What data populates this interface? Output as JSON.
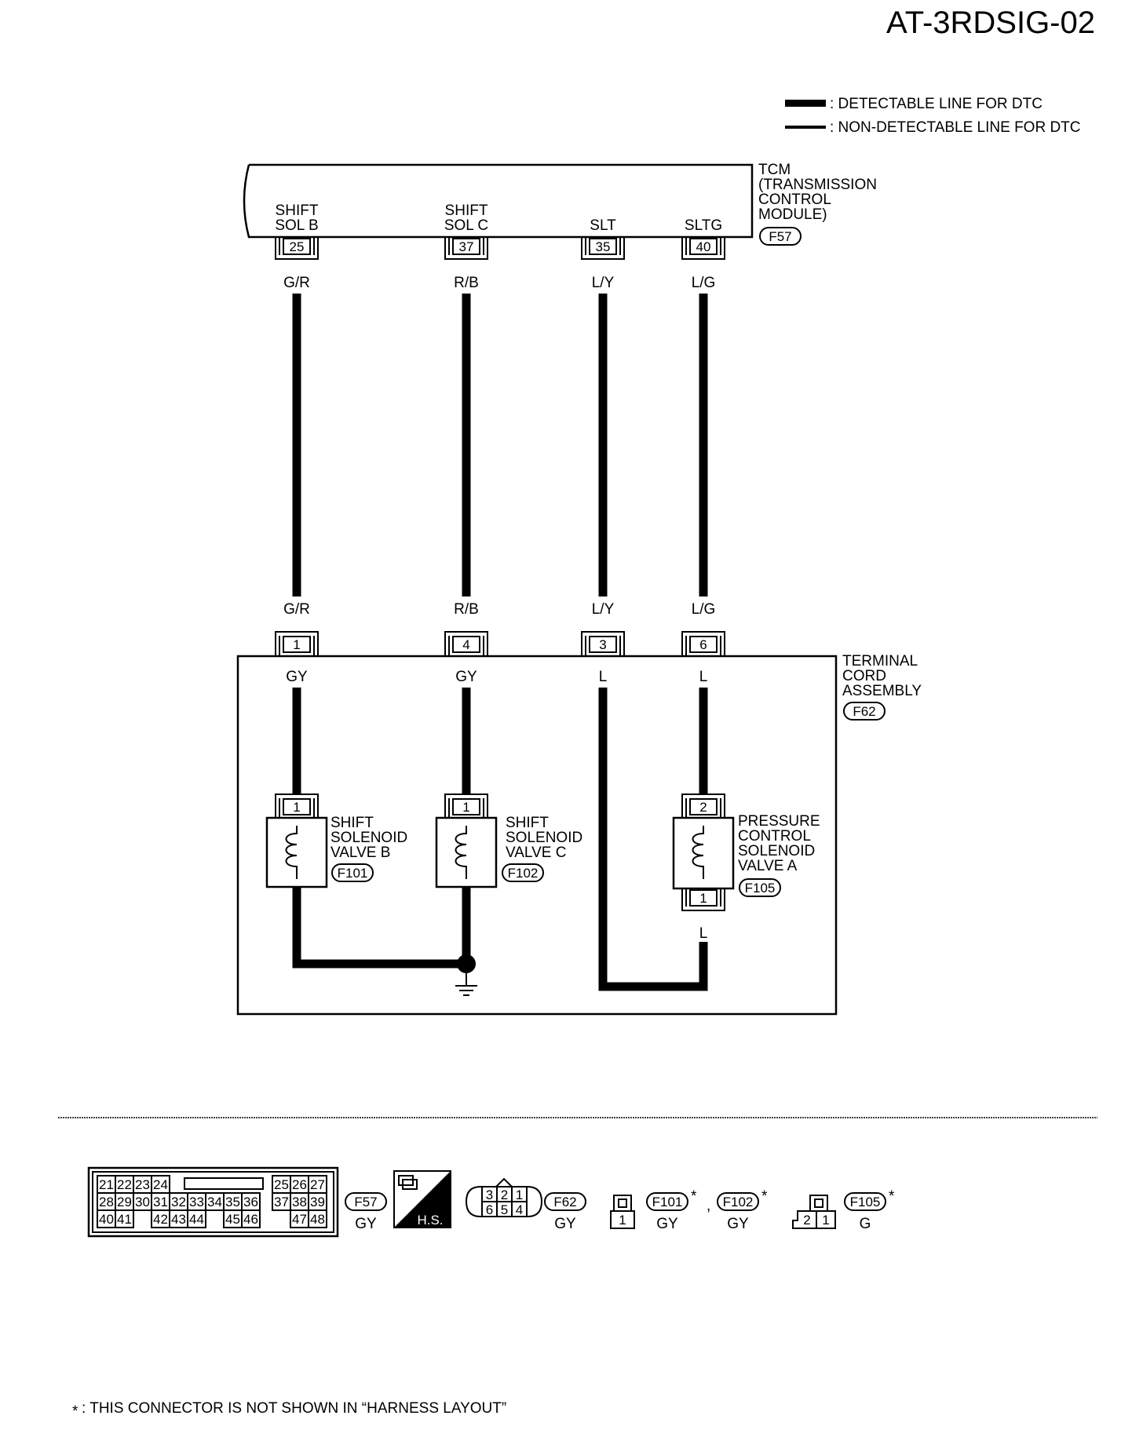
{
  "header": {
    "diagram_id": "AT-3RDSIG-02"
  },
  "legend": {
    "detectable": ": DETECTABLE LINE FOR DTC",
    "non_detectable": ": NON-DETECTABLE LINE FOR DTC"
  },
  "tcm": {
    "name_lines": [
      "TCM",
      "(TRANSMISSION",
      "CONTROL",
      "MODULE)"
    ],
    "connector": "F57",
    "terminals": [
      {
        "label_lines": [
          "SHIFT",
          "SOL B"
        ],
        "pin": "25",
        "wire_color": "G/R"
      },
      {
        "label_lines": [
          "SHIFT",
          "SOL C"
        ],
        "pin": "37",
        "wire_color": "R/B"
      },
      {
        "label_lines": [
          "SLT"
        ],
        "pin": "35",
        "wire_color": "L/Y"
      },
      {
        "label_lines": [
          "SLTG"
        ],
        "pin": "40",
        "wire_color": "L/G"
      }
    ]
  },
  "terminal_cord": {
    "name_lines": [
      "TERMINAL",
      "CORD",
      "ASSEMBLY"
    ],
    "connector": "F62",
    "pins": [
      {
        "pin": "1",
        "in_color": "G/R",
        "out_color": "GY"
      },
      {
        "pin": "4",
        "in_color": "R/B",
        "out_color": "GY"
      },
      {
        "pin": "3",
        "in_color": "L/Y",
        "out_color": "L"
      },
      {
        "pin": "6",
        "in_color": "L/G",
        "out_color": "L"
      }
    ]
  },
  "solenoids": [
    {
      "name_lines": [
        "SHIFT",
        "SOLENOID",
        "VALVE B"
      ],
      "connector": "F101",
      "top_pin": "1"
    },
    {
      "name_lines": [
        "SHIFT",
        "SOLENOID",
        "VALVE C"
      ],
      "connector": "F102",
      "top_pin": "1"
    },
    {
      "name_lines": [
        "PRESSURE",
        "CONTROL",
        "SOLENOID",
        "VALVE A"
      ],
      "connector": "F105",
      "top_pin": "2",
      "bottom_pin": "1",
      "bottom_color": "L"
    }
  ],
  "connector_views": {
    "f57": {
      "rows": [
        [
          "21",
          "22",
          "23",
          "24",
          "25",
          "26",
          "27"
        ],
        [
          "28",
          "29",
          "30",
          "31",
          "32",
          "33",
          "34",
          "35",
          "36",
          "37",
          "38",
          "39"
        ],
        [
          "40",
          "41",
          "42",
          "43",
          "44",
          "45",
          "46",
          "47",
          "48"
        ]
      ],
      "id": "F57",
      "color": "GY"
    },
    "hs_label": "H.S.",
    "f62": {
      "pins_top": [
        "3",
        "2",
        "1"
      ],
      "pins_bottom": [
        "6",
        "5",
        "4"
      ],
      "id": "F62",
      "color": "GY"
    },
    "f101": {
      "pin": "1",
      "id": "F101",
      "color": "GY"
    },
    "separator": ",",
    "f102": {
      "id": "F102",
      "color": "GY"
    },
    "f105": {
      "pins": [
        "2",
        "1"
      ],
      "id": "F105",
      "color": "G"
    },
    "star": "*"
  },
  "footnote": {
    "star": "*",
    "text": ": THIS CONNECTOR IS NOT SHOWN IN “HARNESS LAYOUT”"
  }
}
